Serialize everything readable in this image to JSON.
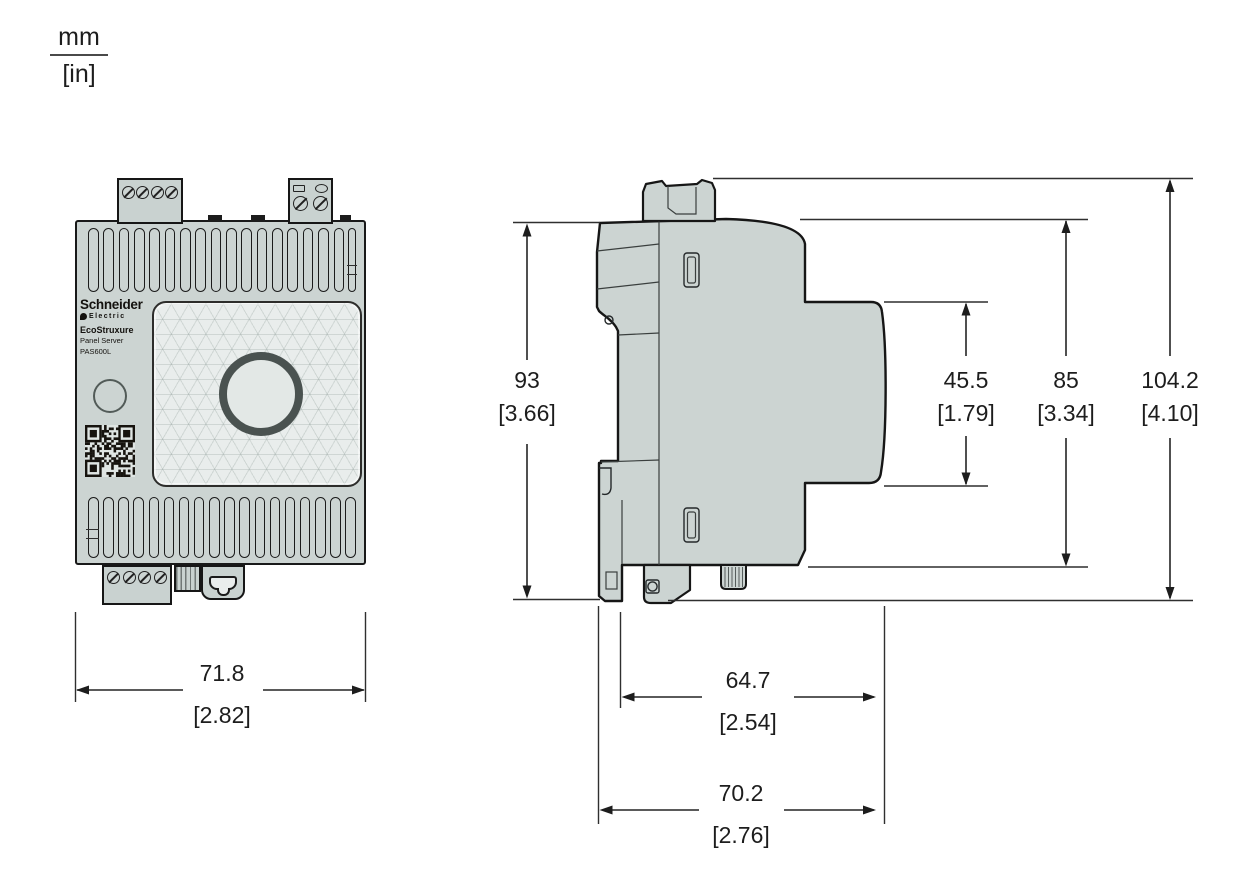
{
  "unit_legend": {
    "numerator": "mm",
    "denominator": "[in]"
  },
  "product_label": {
    "brand": "Schneider",
    "brand_sub": "Electric",
    "family": "EcoStruxure",
    "product": "Panel Server",
    "model": "PAS600L"
  },
  "icons": {
    "brand_logo": "schneider-electric-spiral-mark"
  },
  "colors": {
    "device_body": "#ccd4d2",
    "front_panel": "#e9edec",
    "outline": "#191919",
    "button_ring": "#4a5250",
    "dimension_ink": "#1d1d1d"
  },
  "dimensions": {
    "front_width": {
      "mm": "71.8",
      "in": "[2.82]"
    },
    "body_height": {
      "mm": "93",
      "in": "[3.66]"
    },
    "front_face_height": {
      "mm": "45.5",
      "in": "[1.79]"
    },
    "height_with_terminals": {
      "mm": "85",
      "in": "[3.34]"
    },
    "overall_height": {
      "mm": "104.2",
      "in": "[4.10]"
    },
    "body_depth": {
      "mm": "64.7",
      "in": "[2.54]"
    },
    "overall_depth": {
      "mm": "70.2",
      "in": "[2.76]"
    }
  }
}
